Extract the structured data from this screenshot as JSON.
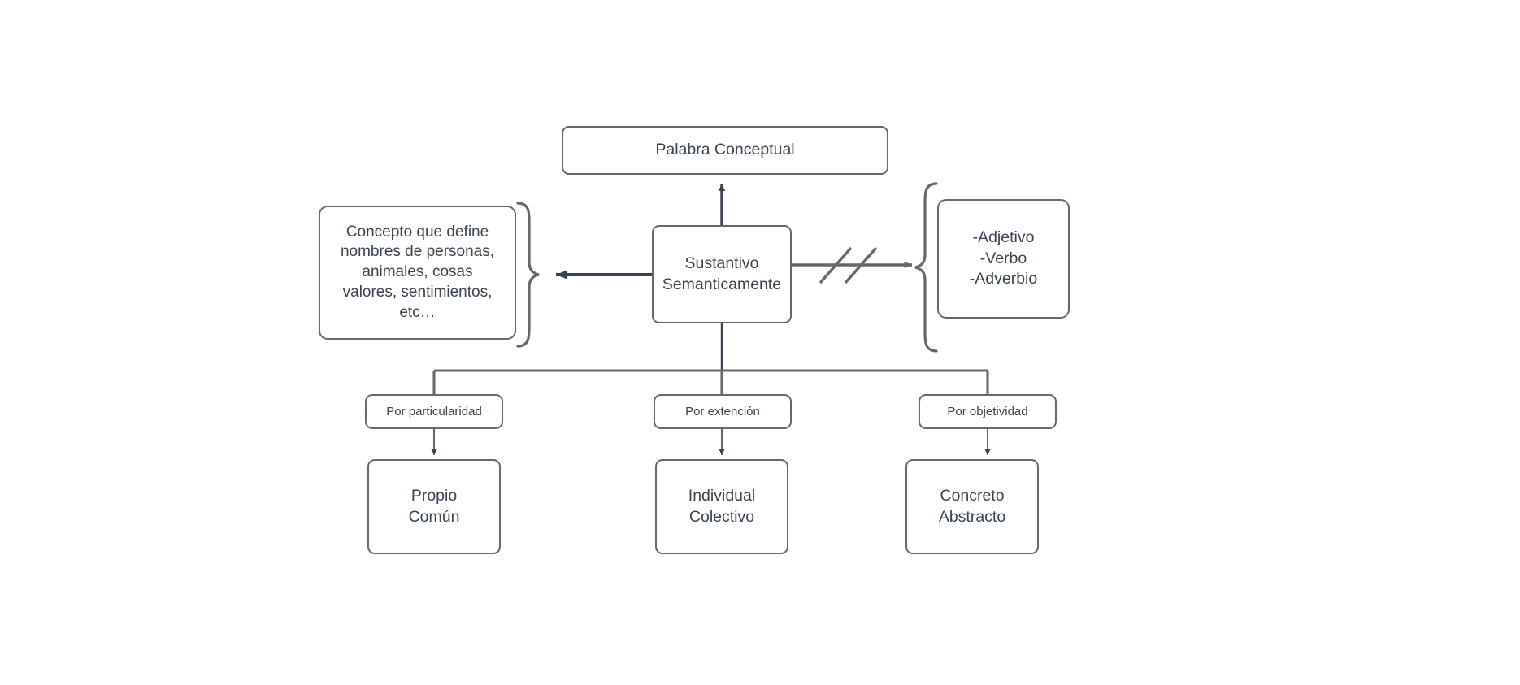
{
  "diagram": {
    "title": "Palabra Conceptual - Sustantivo",
    "colors": {
      "border": "#67686a",
      "text": "#3b434f",
      "edge_gray": "#67686a",
      "edge_dark": "#3b434f",
      "background": "#ffffff"
    }
  },
  "nodes": {
    "palabra_conceptual": "Palabra Conceptual",
    "sustantivo": "Sustantivo\nSemanticamente",
    "concepto": "Concepto que define\nnombres de personas,\nanimales, cosas\nvalores, sentimientos,\netc…",
    "otras_clases": "-Adjetivo\n-Verbo\n-Adverbio",
    "label_particularidad": "Por particularidad",
    "label_extencion": "Por extención",
    "label_objetividad": "Por objetividad",
    "propio_comun": "Propio\nComún",
    "individual_colectivo": "Individual\nColectivo",
    "concreto_abstracto": "Concreto\nAbstracto"
  },
  "edges": [
    {
      "name": "sustantivo-to-palabra",
      "from": "sustantivo",
      "to": "palabra_conceptual",
      "style": "arrow-up",
      "marker": "solid-triangle"
    },
    {
      "name": "sustantivo-to-concepto",
      "from": "sustantivo",
      "to": "concepto",
      "style": "arrow-left",
      "marker": "solid-triangle"
    },
    {
      "name": "sustantivo-to-otras-clases",
      "from": "sustantivo",
      "to": "otras_clases",
      "style": "arrow-right-negated",
      "marker": "solid-triangle",
      "annotation": "double-slash-negation"
    },
    {
      "name": "sustantivo-to-branch-bus",
      "from": "sustantivo",
      "to": "branch-bus",
      "style": "line-down"
    },
    {
      "name": "particularidad-to-propio",
      "from": "label_particularidad",
      "to": "propio_comun",
      "style": "arrow-down",
      "marker": "small-triangle"
    },
    {
      "name": "extencion-to-individual",
      "from": "label_extencion",
      "to": "individual_colectivo",
      "style": "arrow-down",
      "marker": "small-triangle"
    },
    {
      "name": "objetividad-to-concreto",
      "from": "label_objetividad",
      "to": "concreto_abstracto",
      "style": "arrow-down",
      "marker": "small-triangle"
    }
  ],
  "decorations": {
    "brace_left": "curly-brace-right-facing",
    "brace_right": "curly-brace-left-facing"
  }
}
